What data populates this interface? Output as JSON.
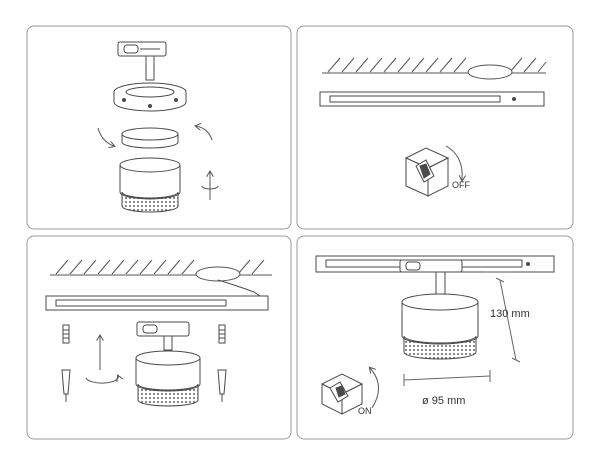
{
  "panels": [
    {
      "id": "panel-1",
      "labels": []
    },
    {
      "id": "panel-2",
      "labels": [
        {
          "key": "switch_off",
          "text": "OFF"
        }
      ]
    },
    {
      "id": "panel-3",
      "labels": []
    },
    {
      "id": "panel-4",
      "labels": [
        {
          "key": "height",
          "text": "130 mm"
        },
        {
          "key": "diameter",
          "text": "ø 95 mm"
        },
        {
          "key": "switch_on",
          "text": "ON"
        }
      ]
    }
  ],
  "labels": {
    "switch_off": "OFF",
    "height": "130 mm",
    "diameter": "ø 95 mm",
    "switch_on": "ON"
  },
  "colors": {
    "line": "#4a4a4a",
    "panel_border": "#9a9a9a",
    "background": "#ffffff"
  }
}
